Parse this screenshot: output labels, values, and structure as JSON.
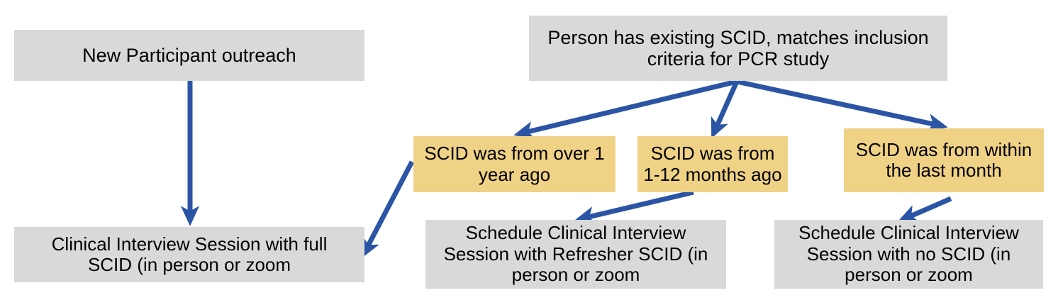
{
  "diagram": {
    "title": "SCID participant scheduling flowchart",
    "colors": {
      "process_fill": "#d9d9d9",
      "decision_fill": "#efd286",
      "arrow": "#2b55a4",
      "text": "#000000",
      "background": "#ffffff"
    },
    "nodes": [
      {
        "id": "new-participant-outreach",
        "label": "New Participant outreach",
        "shape": "rectangle",
        "fill": "#d9d9d9"
      },
      {
        "id": "existing-scid",
        "label": "Person has existing SCID, matches inclusion\ncriteria for PCR study",
        "shape": "rectangle",
        "fill": "#d9d9d9"
      },
      {
        "id": "scid-over-1-year",
        "label": "SCID was from over 1\nyear ago",
        "shape": "rectangle",
        "fill": "#efd286"
      },
      {
        "id": "scid-1-12-months",
        "label": "SCID was from\n1-12 months ago",
        "shape": "rectangle",
        "fill": "#efd286"
      },
      {
        "id": "scid-last-month",
        "label": "SCID was from within\nthe last month",
        "shape": "rectangle",
        "fill": "#efd286"
      },
      {
        "id": "clinical-full-scid",
        "label": "Clinical Interview Session with full\nSCID (in person or zoom",
        "shape": "rectangle",
        "fill": "#d9d9d9"
      },
      {
        "id": "clinical-refresher-scid",
        "label": "Schedule Clinical Interview\nSession with Refresher SCID (in\nperson or zoom",
        "shape": "rectangle",
        "fill": "#d9d9d9"
      },
      {
        "id": "clinical-no-scid",
        "label": "Schedule Clinical Interview\nSession with no SCID (in\nperson or zoom",
        "shape": "rectangle",
        "fill": "#d9d9d9"
      }
    ],
    "edges": [
      {
        "id": "edge-outreach-to-full-scid",
        "from": "new-participant-outreach",
        "to": "clinical-full-scid",
        "label": ""
      },
      {
        "id": "edge-existing-to-over-1-year",
        "from": "existing-scid",
        "to": "scid-over-1-year",
        "label": ""
      },
      {
        "id": "edge-existing-to-1-12-months",
        "from": "existing-scid",
        "to": "scid-1-12-months",
        "label": ""
      },
      {
        "id": "edge-existing-to-last-month",
        "from": "existing-scid",
        "to": "scid-last-month",
        "label": ""
      },
      {
        "id": "edge-over-1-year-to-full-scid",
        "from": "scid-over-1-year",
        "to": "clinical-full-scid",
        "label": ""
      },
      {
        "id": "edge-1-12-months-to-refresher",
        "from": "scid-1-12-months",
        "to": "clinical-refresher-scid",
        "label": ""
      },
      {
        "id": "edge-last-month-to-no-scid",
        "from": "scid-last-month",
        "to": "clinical-no-scid",
        "label": ""
      }
    ]
  }
}
